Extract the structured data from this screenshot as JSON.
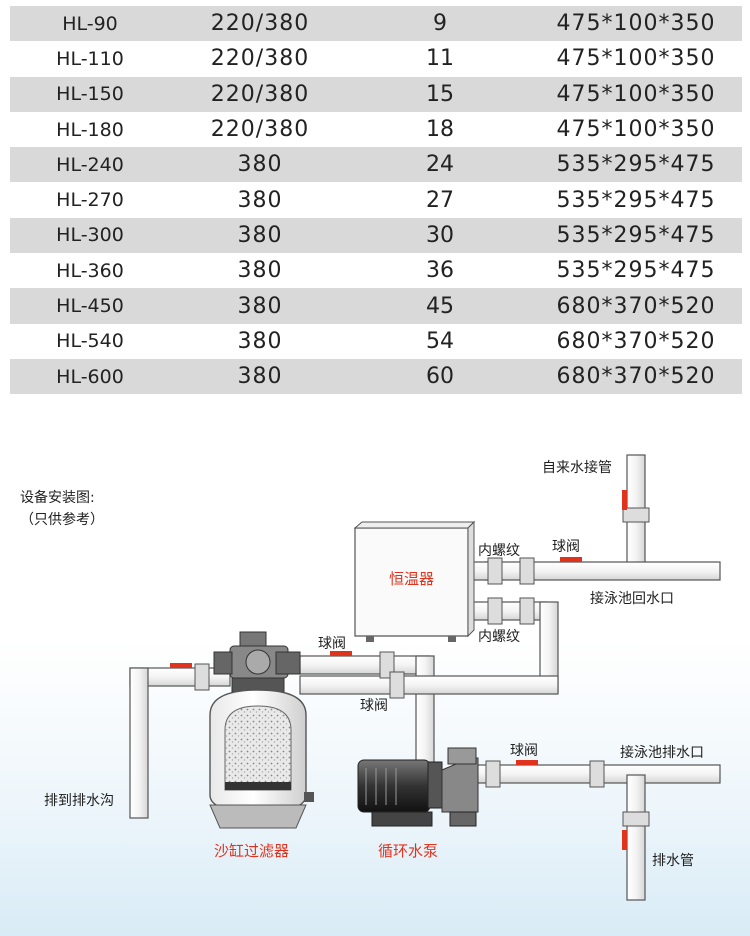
{
  "table": {
    "rows": [
      [
        "HL-90",
        "220/380",
        "9",
        "475*100*350"
      ],
      [
        "HL-110",
        "220/380",
        "11",
        "475*100*350"
      ],
      [
        "HL-150",
        "220/380",
        "15",
        "475*100*350"
      ],
      [
        "HL-180",
        "220/380",
        "18",
        "475*100*350"
      ],
      [
        "HL-240",
        "380",
        "24",
        "535*295*475"
      ],
      [
        "HL-270",
        "380",
        "27",
        "535*295*475"
      ],
      [
        "HL-300",
        "380",
        "30",
        "535*295*475"
      ],
      [
        "HL-360",
        "380",
        "36",
        "535*295*475"
      ],
      [
        "HL-450",
        "380",
        "45",
        "680*370*520"
      ],
      [
        "HL-540",
        "380",
        "54",
        "680*370*520"
      ],
      [
        "HL-600",
        "380",
        "60",
        "680*370*520"
      ]
    ]
  },
  "diagram": {
    "title": "设备安装图:",
    "subtitle": "（只供参考）",
    "labels": {
      "tap_water": "自来水接管",
      "inner_thread_1": "内螺纹",
      "ball_valve_1": "球阀",
      "heater": "恒温器",
      "pool_return": "接泳池回水口",
      "inner_thread_2": "内螺纹",
      "ball_valve_2": "球阀",
      "ball_valve_3": "球阀",
      "ball_valve_4": "球阀",
      "pool_drain": "接泳池排水口",
      "to_sewer": "排到排水沟",
      "sand_filter": "沙缸过滤器",
      "pump": "循环水泵",
      "drain_pipe": "排水管"
    }
  },
  "colors": {
    "valve_red": "#e0331e",
    "row_gray": "#d9d9d9",
    "pipe": "#555555"
  }
}
